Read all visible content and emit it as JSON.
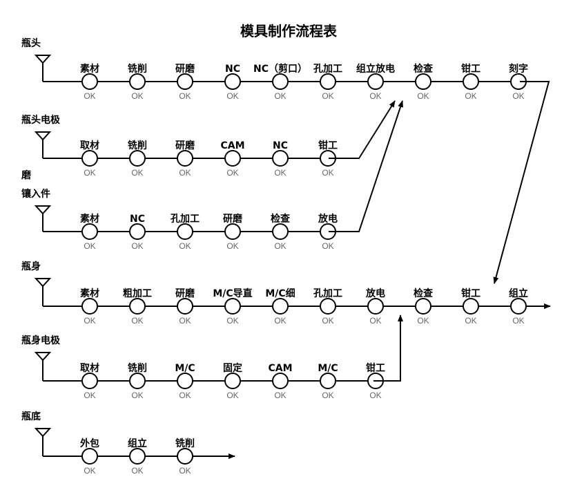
{
  "title": "模具制作流程表",
  "ok_label": "OK",
  "extra_note": "磨",
  "rows": [
    {
      "name": "瓶头",
      "steps": [
        "素材",
        "铣削",
        "研磨",
        "NC",
        "NC（剪口）",
        "孔加工",
        "组立放电",
        "检查",
        "钳工",
        "刻字"
      ]
    },
    {
      "name": "瓶头电极",
      "steps": [
        "取材",
        "铣削",
        "研磨",
        "CAM",
        "NC",
        "钳工"
      ]
    },
    {
      "name": "镶入件",
      "steps": [
        "素材",
        "NC",
        "孔加工",
        "研磨",
        "检查",
        "放电"
      ]
    },
    {
      "name": "瓶身",
      "steps": [
        "素材",
        "粗加工",
        "研磨",
        "M/C导直",
        "M/C细",
        "孔加工",
        "放电",
        "检查",
        "钳工",
        "组立"
      ]
    },
    {
      "name": "瓶身电极",
      "steps": [
        "取材",
        "铣削",
        "M/C",
        "固定",
        "CAM",
        "M/C",
        "钳工"
      ]
    },
    {
      "name": "瓶底",
      "steps": [
        "外包",
        "组立",
        "铣削"
      ]
    }
  ]
}
